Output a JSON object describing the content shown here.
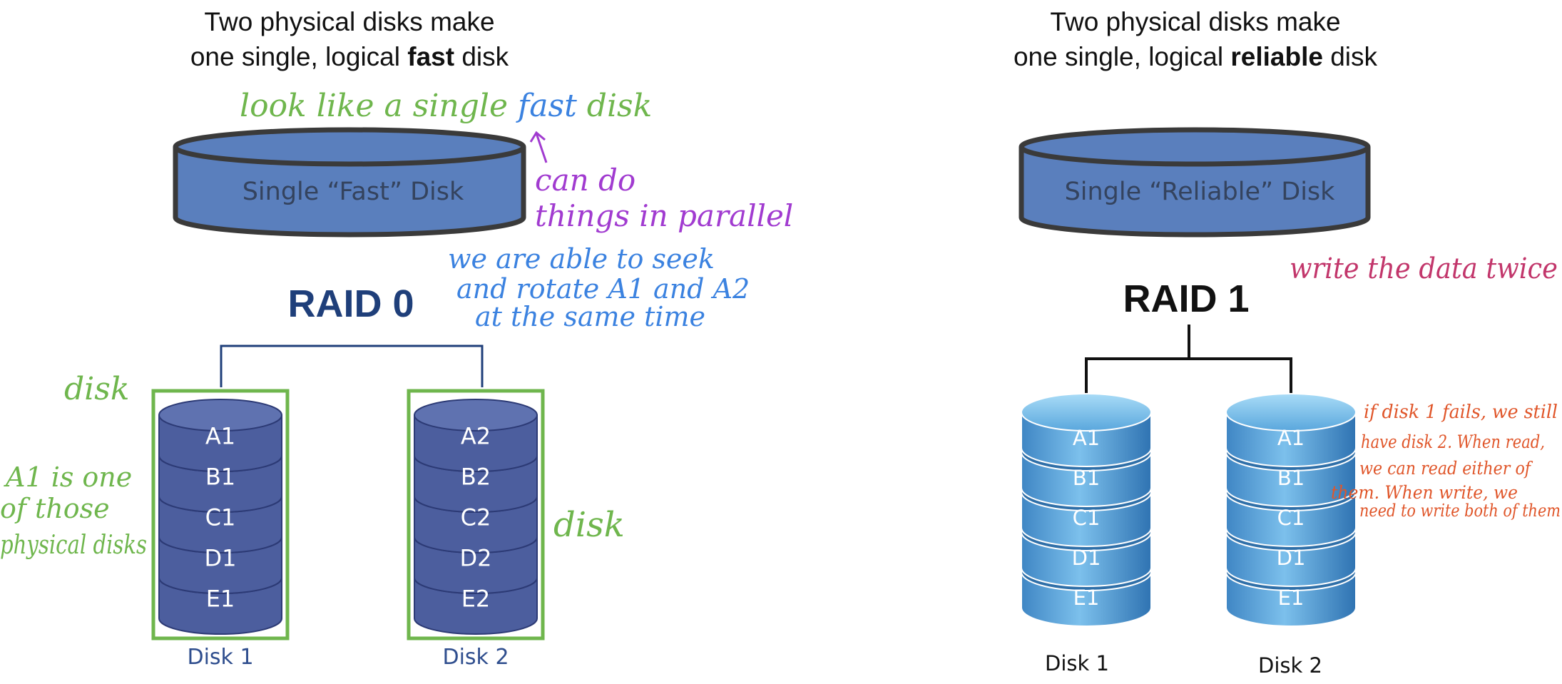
{
  "colors": {
    "green_note": "#6fb64d",
    "blue_note": "#3b82e0",
    "purple_note": "#a13bd0",
    "magenta_note": "#c2366b",
    "orange_note": "#e0562a",
    "raid0_disk": "#4c5e9e",
    "raid1_disk": "#4e98d0",
    "single_disk": "#5a7fbd"
  },
  "left": {
    "title_line1": "Two physical disks make",
    "title_line2_pre": "one single, logical ",
    "title_line2_bold": "fast",
    "title_line2_post": " disk",
    "single_disk_label": "Single “Fast” Disk",
    "raid_title": "RAID 0",
    "disk1_blocks": [
      "A1",
      "B1",
      "C1",
      "D1",
      "E1"
    ],
    "disk2_blocks": [
      "A2",
      "B2",
      "C2",
      "D2",
      "E2"
    ],
    "disk1_label": "Disk 1",
    "disk2_label": "Disk 2"
  },
  "right": {
    "title_line1": "Two physical disks make",
    "title_line2_pre": "one single, logical ",
    "title_line2_bold": "reliable",
    "title_line2_post": " disk",
    "single_disk_label": "Single “Reliable” Disk",
    "raid_title": "RAID 1",
    "disk1_blocks": [
      "A1",
      "B1",
      "C1",
      "D1",
      "E1"
    ],
    "disk2_blocks": [
      "A1",
      "B1",
      "C1",
      "D1",
      "E1"
    ],
    "disk1_label": "Disk 1",
    "disk2_label": "Disk 2"
  },
  "notes": {
    "look_like_pre": "look like a single ",
    "look_like_fast": "fast",
    "look_like_post": " disk",
    "parallel_line1": "can do",
    "parallel_line2": "things in parallel",
    "seek_line1": "we are able to seek",
    "seek_line2": "and rotate A1 and A2",
    "seek_line3": "at the same time",
    "disk_left": "disk",
    "disk_right": "disk",
    "a1_line1": "A1 is one",
    "a1_line2": "of those",
    "a1_line3": "physical disks",
    "write_twice": "write the data twice",
    "fail_line1": "if disk 1 fails, we still",
    "fail_line2": "have disk 2. When read,",
    "fail_line3": "we can read either of",
    "fail_line4": "them. When write, we",
    "fail_line5": "need to write both of them"
  }
}
